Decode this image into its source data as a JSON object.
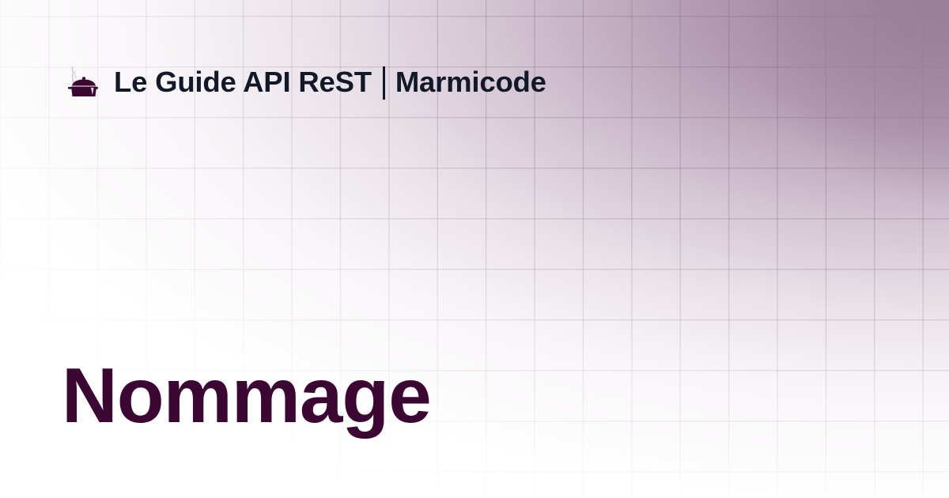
{
  "header": {
    "logo_icon": "cooking-pot-icon",
    "site_name": "Le Guide API ReST",
    "separator": "|",
    "brand": "Marmicode"
  },
  "main": {
    "title": "Nommage"
  },
  "colors": {
    "title": "#3b0632",
    "header_text": "#111827",
    "pot": "#3b0632",
    "accent_wash": "#9c7f98",
    "background": "#ffffff",
    "grid_line": "#b8a6b6"
  }
}
